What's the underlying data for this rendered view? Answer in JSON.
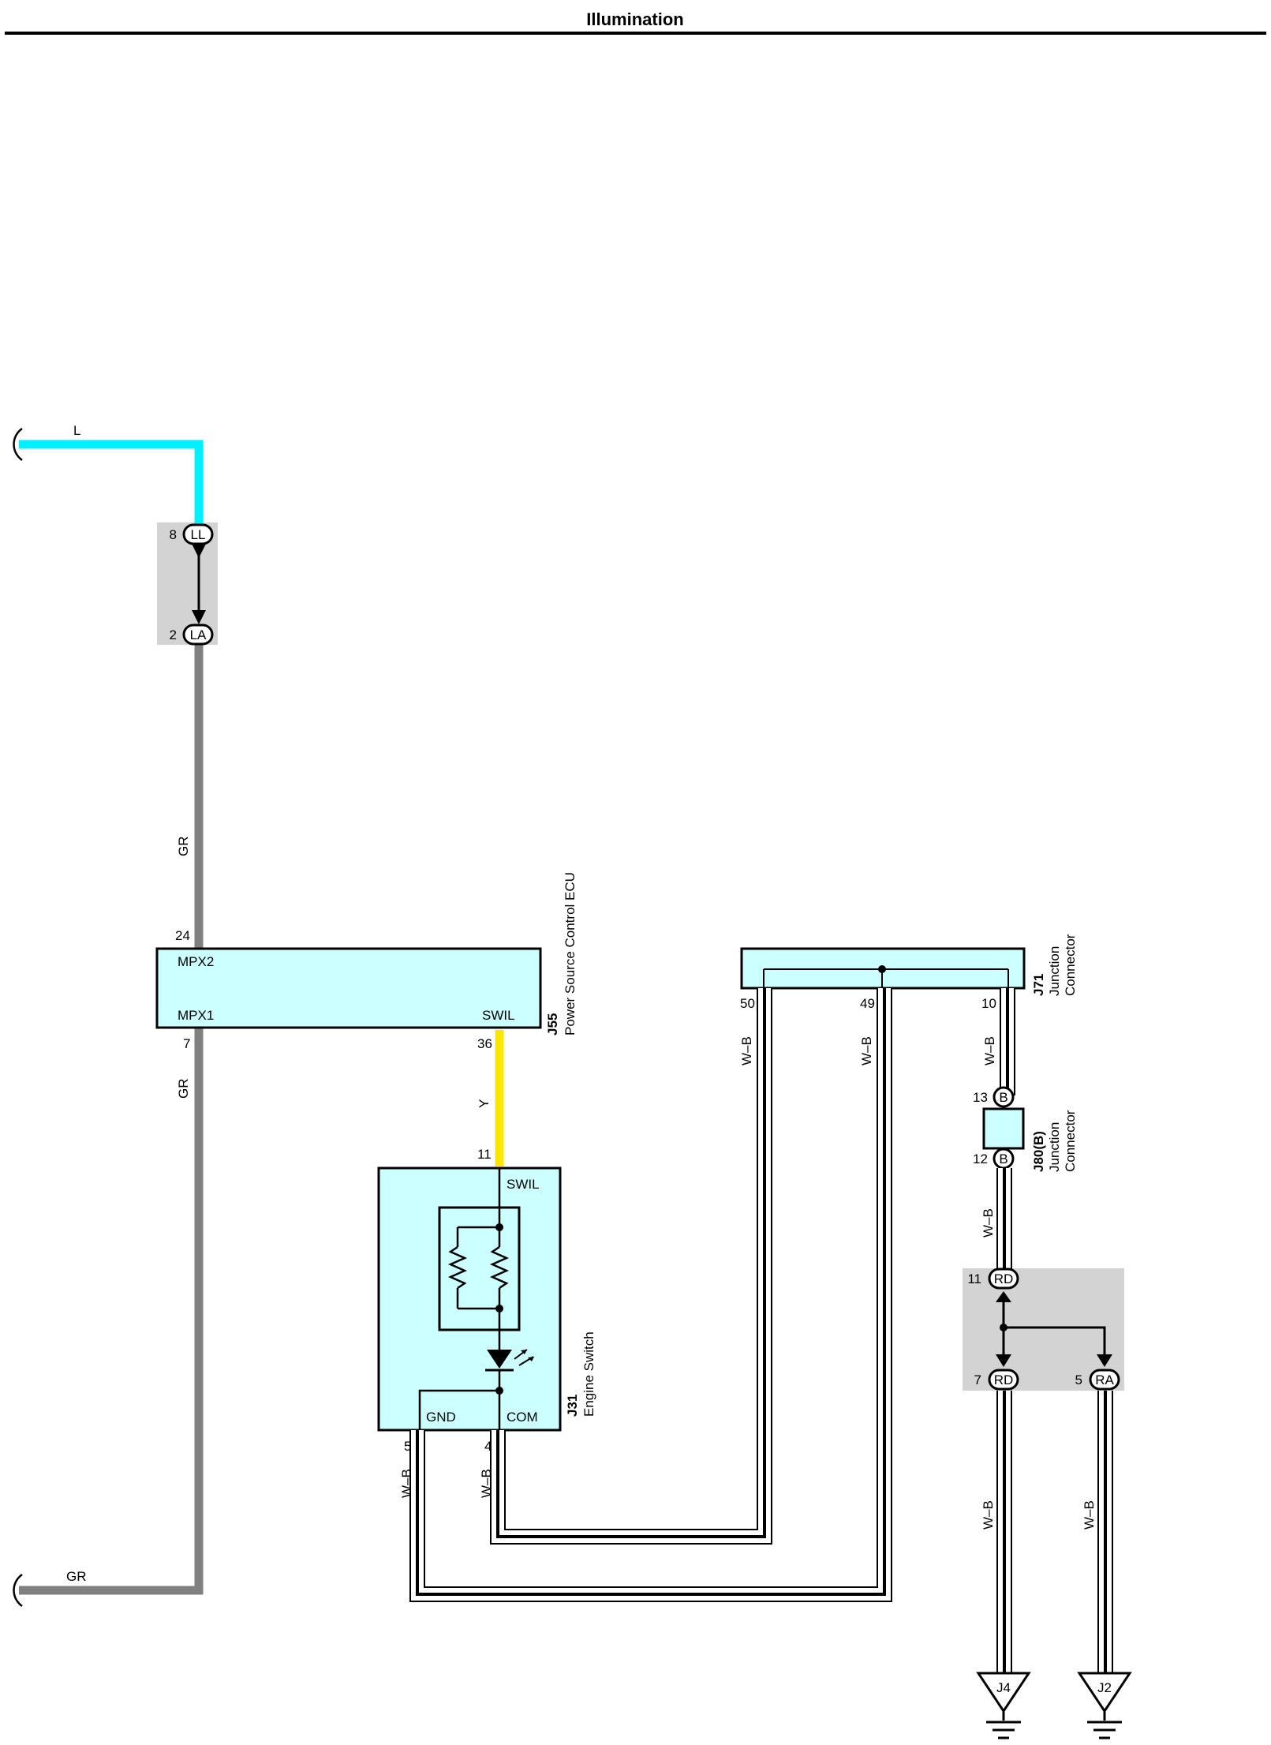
{
  "page_title": "Illumination",
  "colors": {
    "wire_L": "#00f0ff",
    "wire_GR": "#808080",
    "wire_Y": "#ffe600",
    "component_fill": "#ccffff",
    "junction_block_fill": "#d3d3d3"
  },
  "wires": {
    "L": "L",
    "GR_1": "GR",
    "GR_2": "GR",
    "GR_3": "GR",
    "Y": "Y",
    "WB": "W–B"
  },
  "junction_1": {
    "top_pin": "8",
    "top_term": "LL",
    "bottom_pin": "2",
    "bottom_term": "LA"
  },
  "j55": {
    "code": "J55",
    "name": "Power Source Control ECU",
    "term_mpx2": "MPX2",
    "term_mpx1": "MPX1",
    "term_swil": "SWIL",
    "pin_24": "24",
    "pin_7": "7",
    "pin_36": "36"
  },
  "j31": {
    "code": "J31",
    "name": "Engine Switch",
    "term_swil": "SWIL",
    "term_gnd": "GND",
    "term_com": "COM",
    "pin_11": "11",
    "pin_5": "5",
    "pin_4": "4"
  },
  "j71": {
    "code": "J71",
    "name_line1": "Junction",
    "name_line2": "Connector",
    "pin_50": "50",
    "pin_49": "49",
    "pin_10": "10"
  },
  "j80": {
    "code": "J80(B)",
    "name_line1": "Junction",
    "name_line2": "Connector",
    "pin_13": "13",
    "pin_12": "12",
    "term_top": "B",
    "term_bottom": "B"
  },
  "junction_2": {
    "top_pin": "11",
    "top_term": "RD",
    "left_pin": "7",
    "left_term": "RD",
    "right_pin": "5",
    "right_term": "RA"
  },
  "grounds": {
    "j4": "J4",
    "j2": "J2"
  }
}
